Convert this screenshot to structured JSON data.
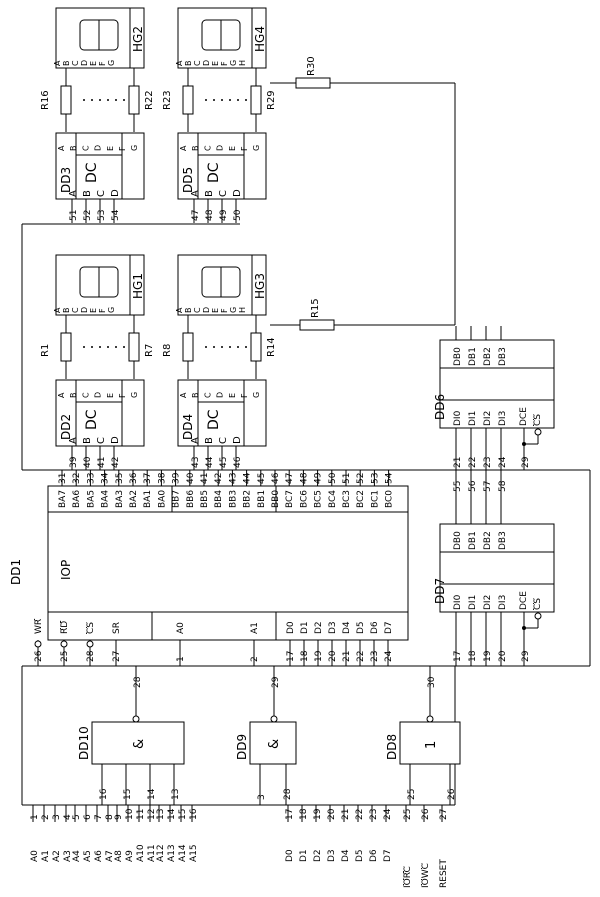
{
  "chips": {
    "dd1": {
      "name": "DD1",
      "type": "IOP",
      "top_pins": [
        {
          "sig": "BA7",
          "pin": "31"
        },
        {
          "sig": "BA6",
          "pin": "32"
        },
        {
          "sig": "BA5",
          "pin": "33"
        },
        {
          "sig": "BA4",
          "pin": "34"
        },
        {
          "sig": "BA3",
          "pin": "35"
        },
        {
          "sig": "BA2",
          "pin": "36"
        },
        {
          "sig": "BA1",
          "pin": "37"
        },
        {
          "sig": "BA0",
          "pin": "38"
        },
        {
          "sig": "BB7",
          "pin": "39"
        },
        {
          "sig": "BB6",
          "pin": "40"
        },
        {
          "sig": "BB5",
          "pin": "41"
        },
        {
          "sig": "BB4",
          "pin": "42"
        },
        {
          "sig": "BB3",
          "pin": "43"
        },
        {
          "sig": "BB2",
          "pin": "44"
        },
        {
          "sig": "BB1",
          "pin": "45"
        },
        {
          "sig": "BB0",
          "pin": "46"
        },
        {
          "sig": "BC7",
          "pin": "47"
        },
        {
          "sig": "BC6",
          "pin": "48"
        },
        {
          "sig": "BC5",
          "pin": "49"
        },
        {
          "sig": "BC4",
          "pin": "50"
        },
        {
          "sig": "BC3",
          "pin": "51"
        },
        {
          "sig": "BC2",
          "pin": "52"
        },
        {
          "sig": "BC1",
          "pin": "53"
        },
        {
          "sig": "BC0",
          "pin": "54"
        }
      ],
      "bottom_pins": [
        {
          "sig": "WR",
          "pin": "26",
          "bar": true
        },
        {
          "sig": "RD",
          "pin": "25",
          "bar": true
        },
        {
          "sig": "CS",
          "pin": "28",
          "bar": true
        },
        {
          "sig": "SR",
          "pin": "27"
        },
        {
          "sig": "A0",
          "pin": "1"
        },
        {
          "sig": "A1",
          "pin": "2"
        },
        {
          "sig": "D0",
          "pin": "17"
        },
        {
          "sig": "D1",
          "pin": "18"
        },
        {
          "sig": "D2",
          "pin": "19"
        },
        {
          "sig": "D3",
          "pin": "20"
        },
        {
          "sig": "D4",
          "pin": "21"
        },
        {
          "sig": "D5",
          "pin": "22"
        },
        {
          "sig": "D6",
          "pin": "23"
        },
        {
          "sig": "D7",
          "pin": "24"
        }
      ]
    },
    "decoders": [
      {
        "name": "DD2",
        "dc": "DC",
        "in_pins": [
          "39",
          "40",
          "41",
          "42"
        ]
      },
      {
        "name": "DD3",
        "dc": "DC",
        "in_pins": [
          "51",
          "52",
          "53",
          "54"
        ]
      },
      {
        "name": "DD4",
        "dc": "DC",
        "in_pins": [
          "43",
          "44",
          "45",
          "46"
        ]
      },
      {
        "name": "DD5",
        "dc": "DC",
        "in_pins": [
          "47",
          "48",
          "49",
          "50"
        ]
      }
    ],
    "decoder_inputs": [
      "A",
      "B",
      "C",
      "D"
    ],
    "decoder_outputs": [
      "A",
      "B",
      "C",
      "D",
      "E",
      "F",
      "G"
    ],
    "displays": [
      {
        "name": "HG1",
        "digit": "8",
        "segs": [
          "A",
          "B",
          "C",
          "D",
          "E",
          "F",
          "G"
        ]
      },
      {
        "name": "HG2",
        "digit": "8",
        "segs": [
          "A",
          "B",
          "C",
          "D",
          "E",
          "F",
          "G"
        ]
      },
      {
        "name": "HG3",
        "digit": "8",
        "segs": [
          "A",
          "B",
          "C",
          "D",
          "E",
          "F",
          "G",
          "H"
        ]
      },
      {
        "name": "HG4",
        "digit": "8",
        "segs": [
          "A",
          "B",
          "C",
          "D",
          "E",
          "F",
          "G",
          "H"
        ]
      }
    ],
    "resistor_groups": [
      {
        "first": "R1",
        "last": "R7"
      },
      {
        "first": "R16",
        "last": "R22"
      },
      {
        "first": "R8",
        "last": "R14"
      },
      {
        "first": "R23",
        "last": "R29"
      }
    ],
    "single_resistors": [
      {
        "name": "R15"
      },
      {
        "name": "R30"
      }
    ],
    "buffers": [
      {
        "name": "DD6",
        "outs": [
          "DB0",
          "DB1",
          "DB2",
          "DB3"
        ],
        "ins": [
          "DI0",
          "DI1",
          "DI2",
          "DI3"
        ],
        "dce": "DCE",
        "cs": "CS",
        "in_pins": [
          "21",
          "22",
          "23",
          "24"
        ],
        "ctl_pin": "29"
      },
      {
        "name": "DD7",
        "outs": [
          "DB0",
          "DB1",
          "DB2",
          "DB3"
        ],
        "ins": [
          "DI0",
          "DI1",
          "DI2",
          "DI3"
        ],
        "dce": "DCE",
        "cs": "CS",
        "in_pins": [
          "17",
          "18",
          "19",
          "20"
        ],
        "ctl_pin": "29",
        "top_pins": [
          "55",
          "56",
          "57",
          "58"
        ]
      }
    ],
    "gates": [
      {
        "name": "DD10",
        "sym": "&",
        "out_pin": "28",
        "in_pins": [
          "16",
          "15",
          "14",
          "13"
        ]
      },
      {
        "name": "DD9",
        "sym": "&",
        "out_pin": "29",
        "in_pins": [
          "3",
          "28"
        ]
      },
      {
        "name": "DD8",
        "sym": "1",
        "out_pin": "30",
        "in_pins": [
          "25",
          "26"
        ]
      }
    ]
  },
  "bus": {
    "address": [
      {
        "sig": "A0",
        "pin": "1"
      },
      {
        "sig": "A1",
        "pin": "2"
      },
      {
        "sig": "A2",
        "pin": "3"
      },
      {
        "sig": "A3",
        "pin": "4"
      },
      {
        "sig": "A4",
        "pin": "5"
      },
      {
        "sig": "A5",
        "pin": "6"
      },
      {
        "sig": "A6",
        "pin": "7"
      },
      {
        "sig": "A7",
        "pin": "8"
      },
      {
        "sig": "A8",
        "pin": "9"
      },
      {
        "sig": "A9",
        "pin": "10"
      },
      {
        "sig": "A10",
        "pin": "11"
      },
      {
        "sig": "A11",
        "pin": "12"
      },
      {
        "sig": "A12",
        "pin": "13"
      },
      {
        "sig": "A13",
        "pin": "14"
      },
      {
        "sig": "A14",
        "pin": "15"
      },
      {
        "sig": "A15",
        "pin": "16"
      }
    ],
    "data": [
      {
        "sig": "D0",
        "pin": "17"
      },
      {
        "sig": "D1",
        "pin": "18"
      },
      {
        "sig": "D2",
        "pin": "19"
      },
      {
        "sig": "D3",
        "pin": "20"
      },
      {
        "sig": "D4",
        "pin": "21"
      },
      {
        "sig": "D5",
        "pin": "22"
      },
      {
        "sig": "D6",
        "pin": "23"
      },
      {
        "sig": "D7",
        "pin": "24"
      }
    ],
    "control": [
      {
        "sig": "IORC",
        "pin": "25",
        "bar": true
      },
      {
        "sig": "IOWC",
        "pin": "26",
        "bar": true
      },
      {
        "sig": "RESET",
        "pin": "27"
      }
    ]
  }
}
